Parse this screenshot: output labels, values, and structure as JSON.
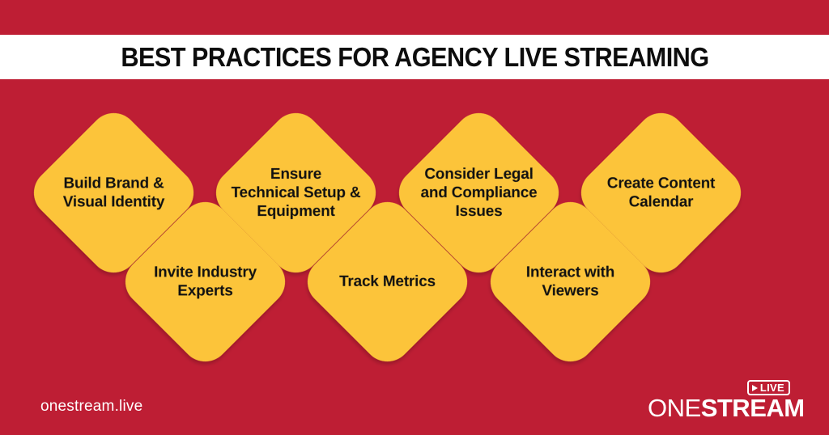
{
  "header": {
    "title": "BEST PRACTICES FOR AGENCY LIVE STREAMING"
  },
  "colors": {
    "background_red": "#BE1E34",
    "card_yellow": "#FCC43A",
    "banner_white": "#FFFFFF",
    "text_dark": "#111111"
  },
  "cards": [
    {
      "id": "build-brand-visual-identity",
      "label": "Build Brand &\nVisual Identity",
      "row": 1
    },
    {
      "id": "ensure-technical-setup-equipment",
      "label": "Ensure\nTechnical Setup &\nEquipment",
      "row": 1
    },
    {
      "id": "consider-legal-and-compliance-issues",
      "label": "Consider Legal\nand Compliance\nIssues",
      "row": 1
    },
    {
      "id": "create-content-calendar",
      "label": "Create Content\nCalendar",
      "row": 1
    },
    {
      "id": "invite-industry-experts",
      "label": "Invite Industry\nExperts",
      "row": 2
    },
    {
      "id": "track-metrics",
      "label": "Track Metrics",
      "row": 2
    },
    {
      "id": "interact-with-viewers",
      "label": "Interact with\nViewers",
      "row": 2
    }
  ],
  "footer": {
    "site_url": "onestream.live",
    "logo": {
      "word_one": "ONE",
      "word_stream": "STREAM",
      "badge_label": "LIVE",
      "badge_icon": "play-triangle-icon"
    }
  }
}
